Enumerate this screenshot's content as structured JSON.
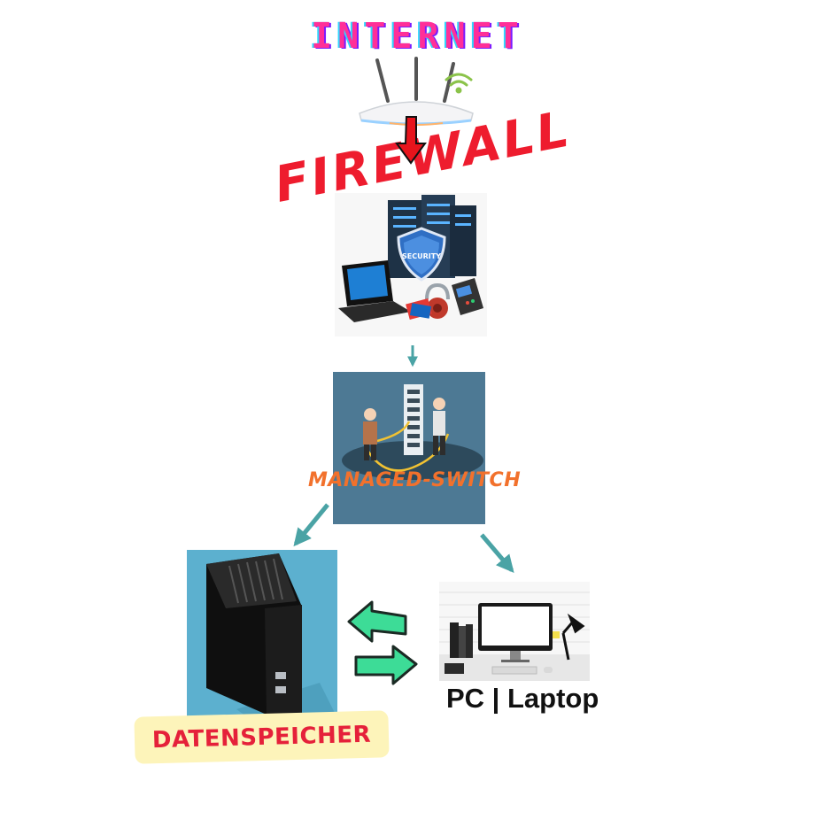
{
  "diagram": {
    "title": "INTERNET",
    "firewall_label": "FIREWALL",
    "firewall_badge_text": "SECURITY",
    "switch_label": "MANAGED-SWITCH",
    "storage_label": "DATENSPEICHER",
    "pc_label": "PC | Laptop"
  },
  "colors": {
    "title": "#ff2f98",
    "firewall_label": "#ee1c2e",
    "switch_label": "#f2712c",
    "storage_label": "#e5213a",
    "storage_badge_bg": "#fdf4ba",
    "connector_teal": "#4aa3a5",
    "router_arrow": "#e8141c",
    "sync_arrows": "#3ddc97"
  },
  "icons": [
    "router-icon",
    "wifi-icon",
    "server-icon",
    "shield-icon",
    "laptop-icon",
    "lock-icon",
    "card-reader-icon",
    "network-switch-icon",
    "person-icon",
    "external-drive-icon",
    "monitor-icon",
    "lamp-icon",
    "keyboard-icon",
    "sync-arrows-icon"
  ]
}
